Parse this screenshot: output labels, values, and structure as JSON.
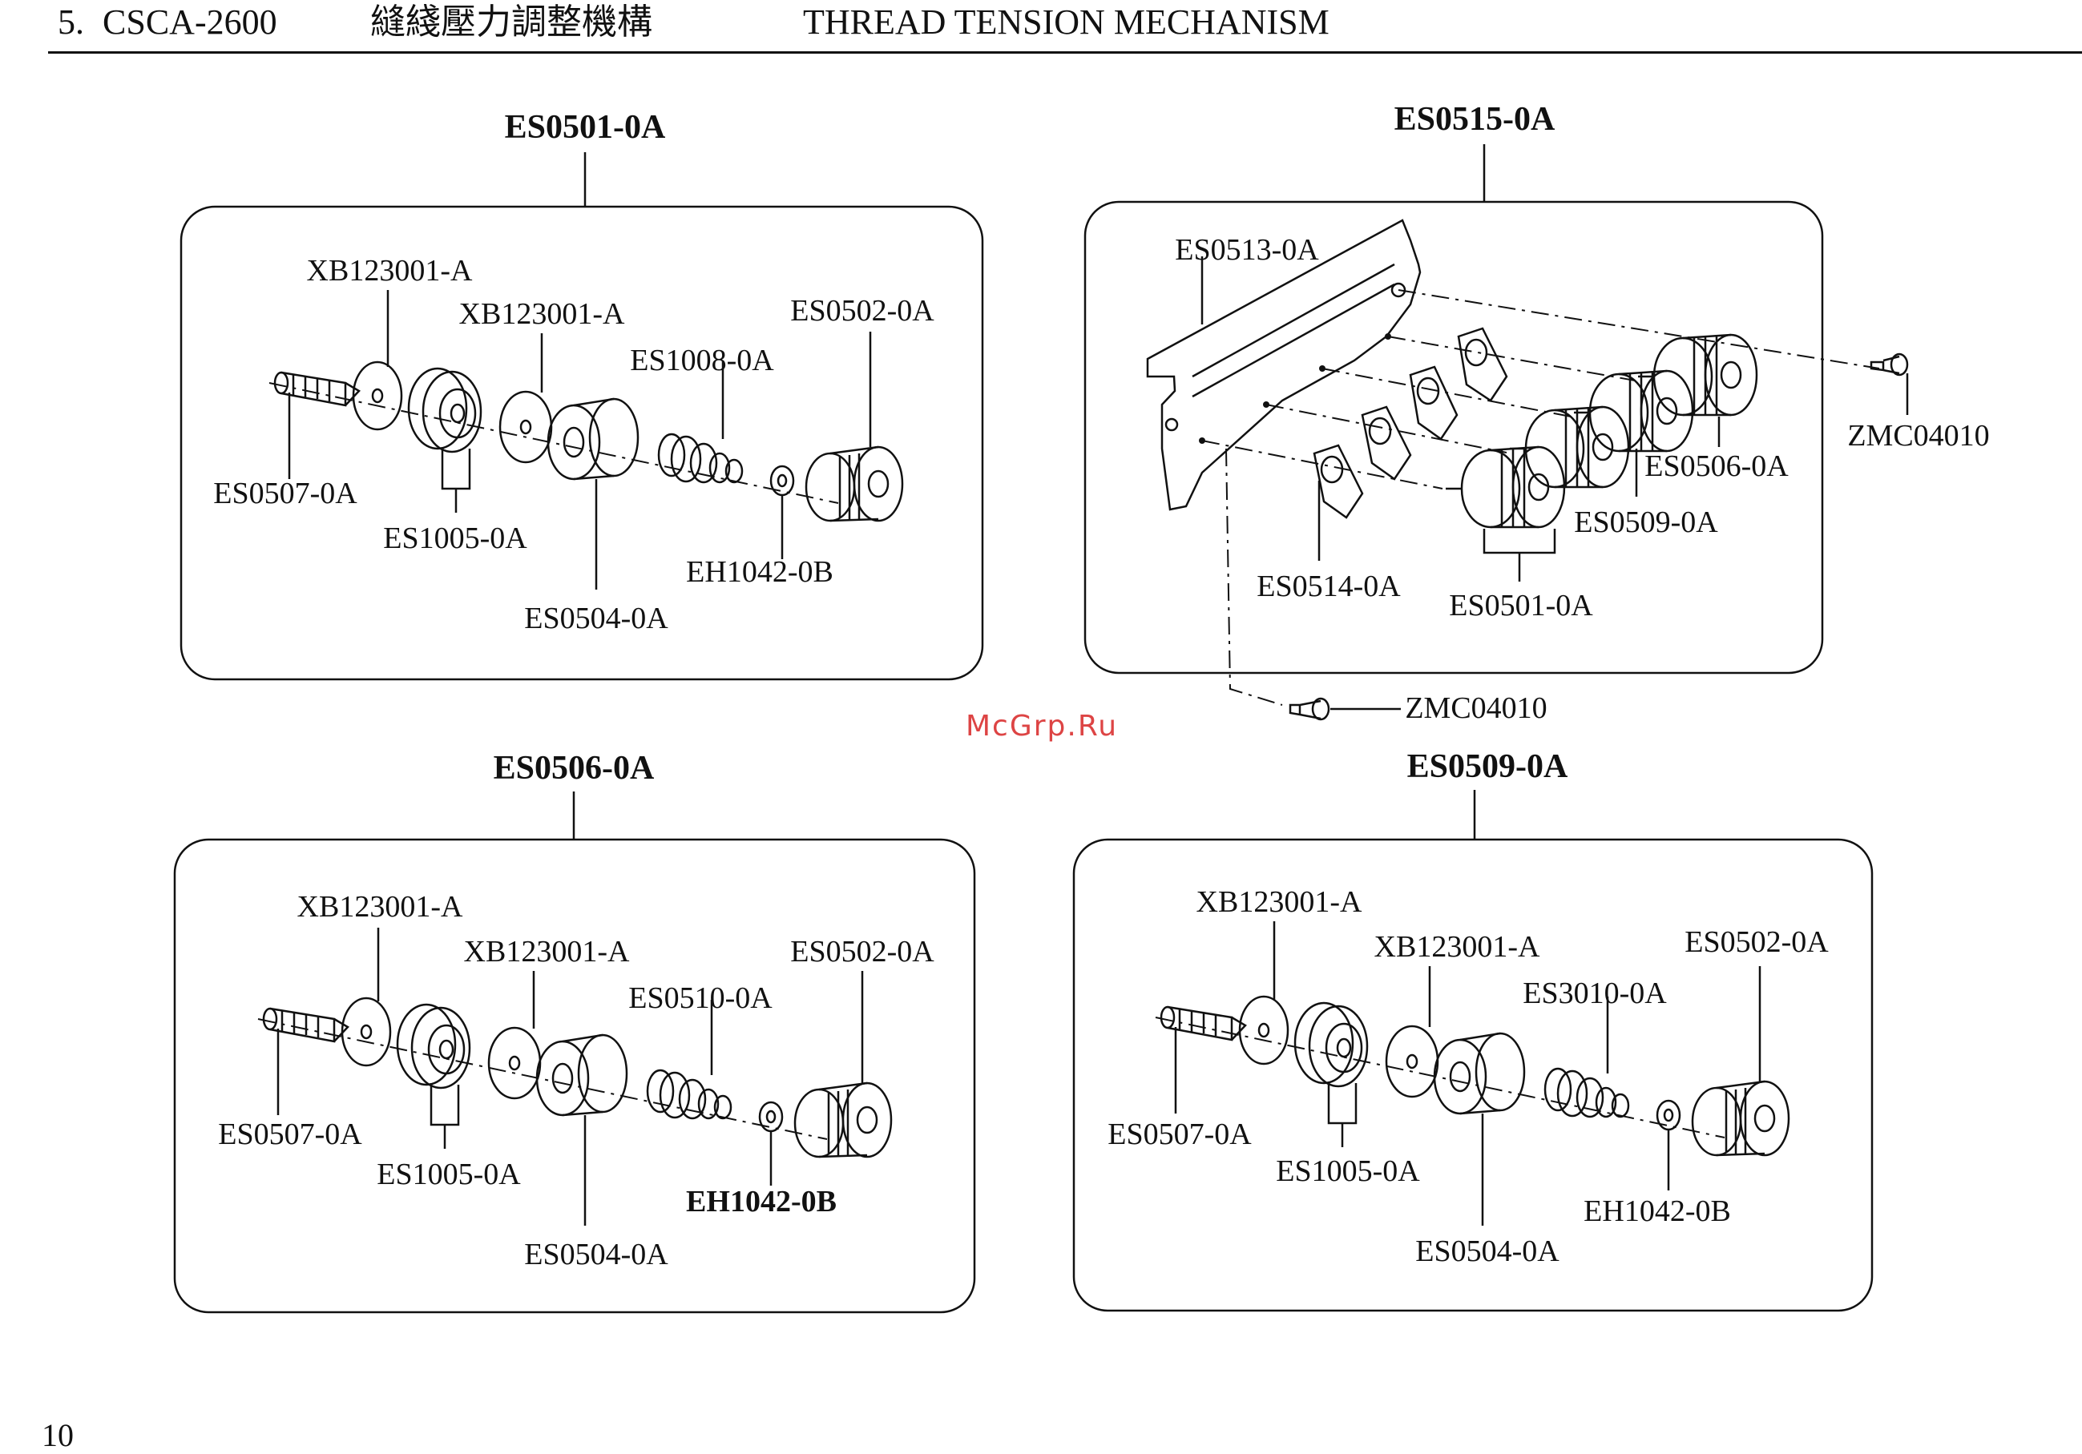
{
  "header": {
    "section": "5.",
    "model": "CSCA-2600",
    "title_cn": "縫綫壓力調整機構",
    "title_en": "THREAD TENSION MECHANISM"
  },
  "page_number": "10",
  "watermark": "McGrp.Ru",
  "panels": [
    {
      "title": "ES0501-0A",
      "labels": [
        "XB123001-A",
        "XB123001-A",
        "ES1008-0A",
        "ES0502-0A",
        "ES0507-0A",
        "ES1005-0A",
        "EH1042-0B",
        "ES0504-0A"
      ]
    },
    {
      "title": "ES0515-0A",
      "labels": [
        "ES0513-0A",
        "ZMC04010",
        "ES0506-0A",
        "ES0509-0A",
        "ES0514-0A",
        "ES0501-0A",
        "ZMC04010"
      ]
    },
    {
      "title": "ES0506-0A",
      "labels": [
        "XB123001-A",
        "XB123001-A",
        "ES0510-0A",
        "ES0502-0A",
        "ES0507-0A",
        "ES1005-0A",
        "EH1042-0B",
        "ES0504-0A"
      ]
    },
    {
      "title": "ES0509-0A",
      "labels": [
        "XB123001-A",
        "XB123001-A",
        "ES3010-0A",
        "ES0502-0A",
        "ES0507-0A",
        "ES1005-0A",
        "EH1042-0B",
        "ES0504-0A"
      ]
    }
  ]
}
